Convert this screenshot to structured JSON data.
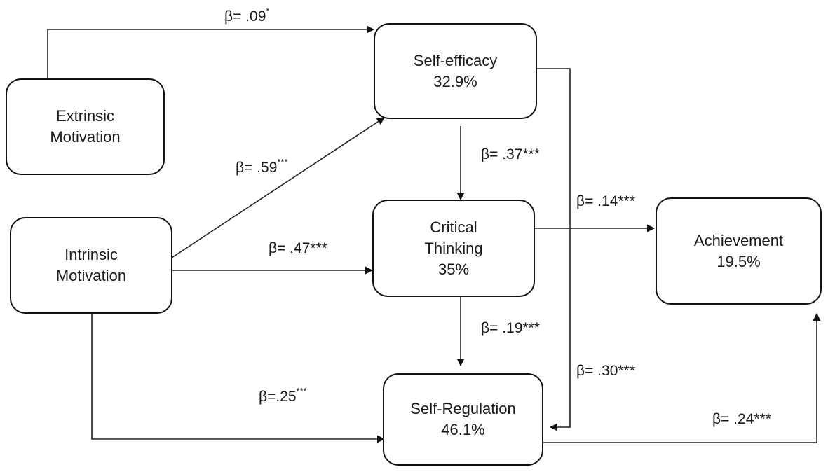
{
  "nodes": {
    "extrinsic": {
      "line1": "Extrinsic",
      "line2": "Motivation"
    },
    "intrinsic": {
      "line1": "Intrinsic",
      "line2": "Motivation"
    },
    "self_efficacy": {
      "line1": "Self-efficacy",
      "line2": "32.9%"
    },
    "critical_thinking": {
      "line1": "Critical",
      "line2": "Thinking",
      "line3": "35%"
    },
    "achievement": {
      "line1": "Achievement",
      "line2": "19.5%"
    },
    "self_regulation": {
      "line1": "Self-Regulation",
      "line2": "46.1%"
    }
  },
  "paths": {
    "extrinsic_to_efficacy": {
      "beta": "β= .09",
      "sig": "*"
    },
    "intrinsic_to_efficacy": {
      "beta": "β= .59",
      "sig": "***"
    },
    "efficacy_to_critical": {
      "beta": "β= .37***"
    },
    "intrinsic_to_critical": {
      "beta": "β= .47***"
    },
    "critical_to_achievement": {
      "beta": "β= .14***"
    },
    "critical_to_regulation": {
      "beta": "β= .19***"
    },
    "efficacy_to_regulation": {
      "beta": "β= .30***"
    },
    "intrinsic_to_regulation": {
      "beta": "β=.25",
      "sig": "***"
    },
    "regulation_to_achievement": {
      "beta": "β= .24***"
    }
  }
}
